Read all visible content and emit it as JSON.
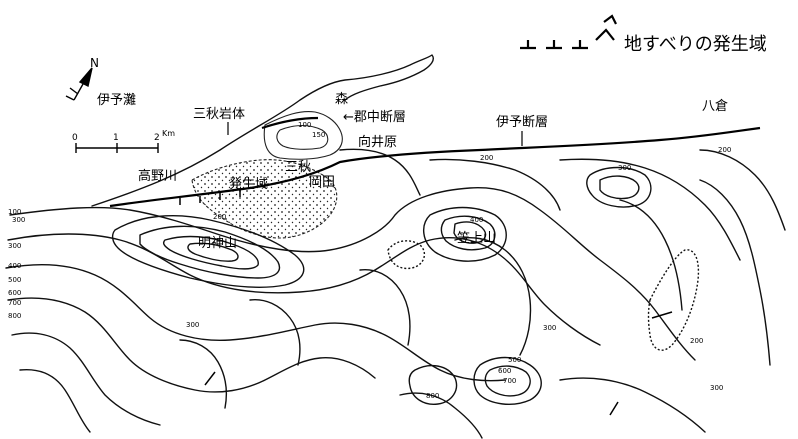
{
  "legend": {
    "text": "地すべりの発生域"
  },
  "compass": {
    "letter": "N"
  },
  "scale_bar": {
    "ticks": [
      "0",
      "1",
      "2"
    ],
    "unit": "Km"
  },
  "labels": {
    "iyonada": "伊予灘",
    "mitsuaki_rock": "三秋岩体",
    "mori": "森",
    "gunchu_fault": "←郡中断層",
    "iyo_fault": "伊予断層",
    "yakura": "八倉",
    "mukaibara": "向井原",
    "takano_river": "高野川",
    "hasseiiki": "発生域",
    "mitsuaki": "三秋",
    "okada": "岡田",
    "myojinyama": "明神山",
    "kasagiyama": "笠上山"
  },
  "elevation_labels": [
    "100",
    "150",
    "200",
    "300",
    "300",
    "400",
    "500",
    "600",
    "700",
    "800",
    "100",
    "200",
    "300",
    "400",
    "500",
    "600",
    "700",
    "800",
    "200",
    "300",
    "300",
    "200",
    "300"
  ]
}
